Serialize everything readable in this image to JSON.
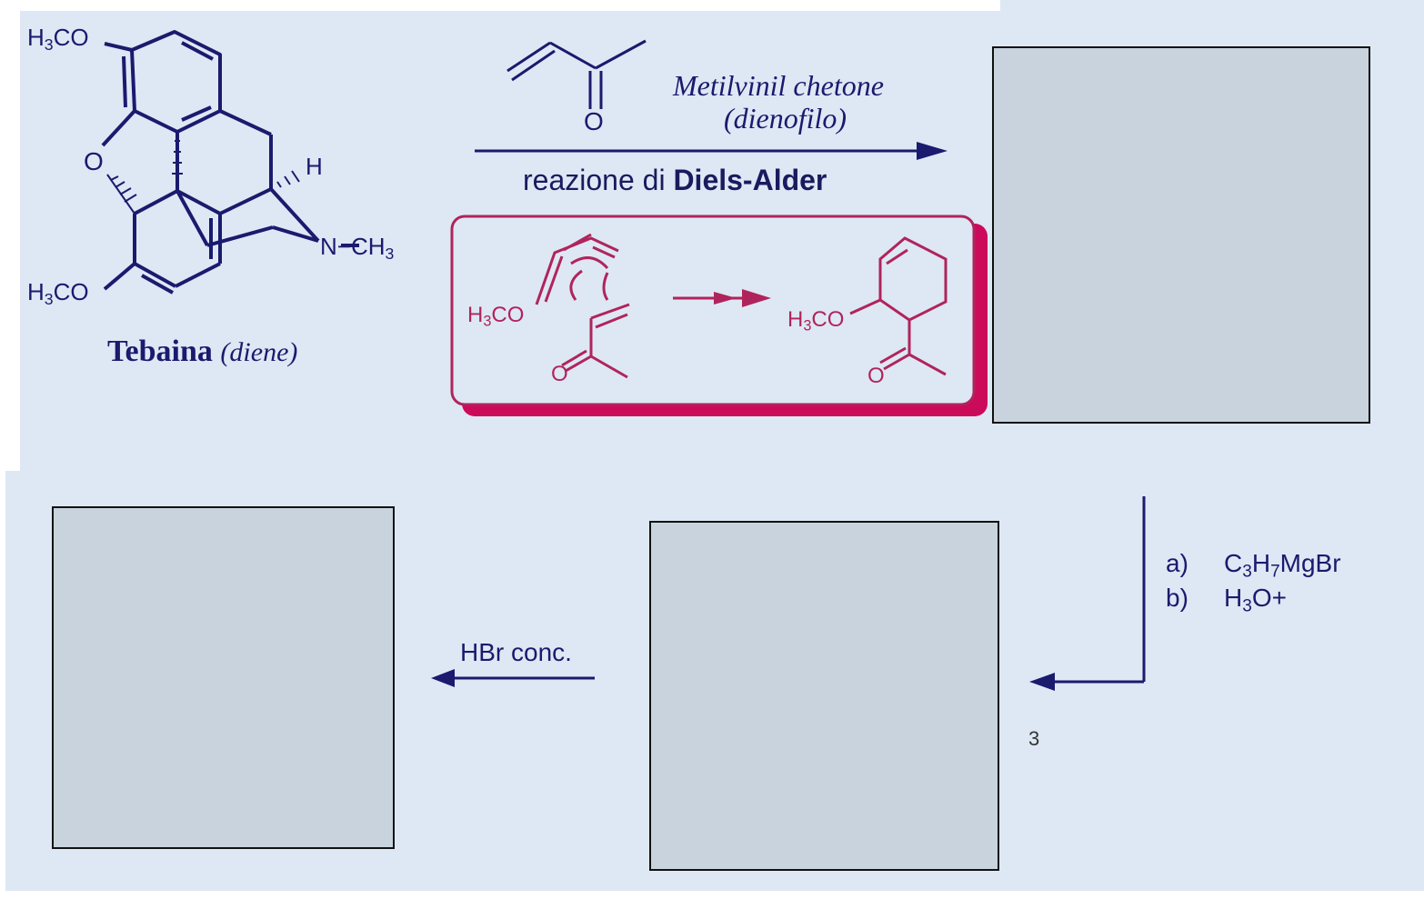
{
  "tebaina": {
    "name": "Tebaina",
    "role": "(diene)",
    "labels": {
      "och3_top": "H3CO",
      "o_ring": "O",
      "h": "H",
      "n_ch3": "N−CH3",
      "och3_bottom": "H3CO"
    }
  },
  "reagent": {
    "name": "Metilvinil chetone",
    "role": "(dienofilo)",
    "o_label": "O"
  },
  "reaction": {
    "prefix": "reazione di ",
    "name": "Diels-Alder"
  },
  "mechanism": {
    "left_label": "H3CO",
    "left_o": "O",
    "right_label": "H3CO",
    "right_o": "O"
  },
  "step2": {
    "a_marker": "a)",
    "b_marker": "b)",
    "reagent_a": "C3H7MgBr",
    "reagent_b": "H3O+"
  },
  "step3": {
    "reagent": "HBr conc."
  },
  "stray_mark": "3",
  "colors": {
    "background": "#dde8f4",
    "answer_box": "#c8d3dd",
    "navy": "#1a1a6e",
    "magenta": "#b0245c"
  }
}
